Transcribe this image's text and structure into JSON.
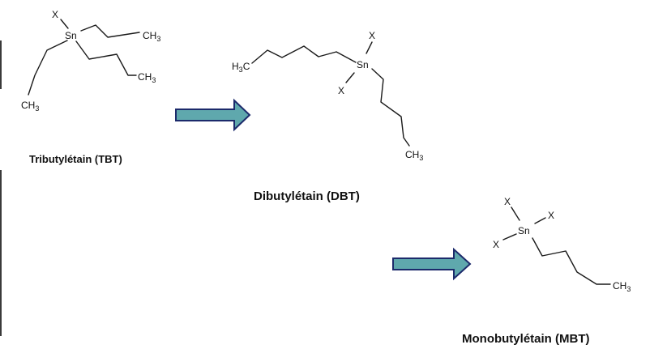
{
  "molecules": {
    "tbt": {
      "caption": "Tributylétain (TBT)",
      "metal": "Sn",
      "x": "X",
      "ch": "CH",
      "sub3": "3"
    },
    "dbt": {
      "caption": "Dibutylétain (DBT)",
      "metal": "Sn",
      "x1": "X",
      "x2": "X",
      "h3c_h": "H",
      "h3c_sub": "3",
      "h3c_c": "C",
      "ch": "CH",
      "sub3": "3"
    },
    "mbt": {
      "caption": "Monobutylétain (MBT)",
      "metal": "Sn",
      "x1": "X",
      "x2": "X",
      "x3": "X",
      "ch": "CH",
      "sub3": "3"
    }
  },
  "colors": {
    "arrow_fill": "#5fa8ad",
    "arrow_stroke": "#1c2a6b",
    "bond": "#1a1a1a",
    "text": "#111111"
  }
}
